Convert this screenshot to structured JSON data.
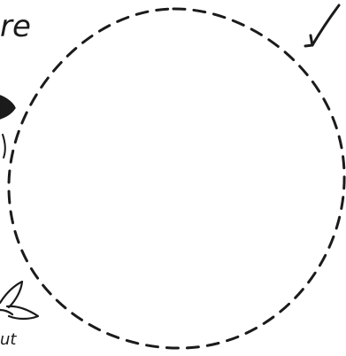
{
  "labels": {
    "top_left_fragment": "re",
    "bottom_left_fragment": "ut"
  },
  "colors": {
    "ink": "#1b1b1b",
    "paper": "#ffffff"
  },
  "shapes": {
    "main": "dashed-circle",
    "arrow": "arrow-pointing-to-circle",
    "left_marks": [
      "leaf-icon",
      "filled-leaf-icon"
    ]
  }
}
